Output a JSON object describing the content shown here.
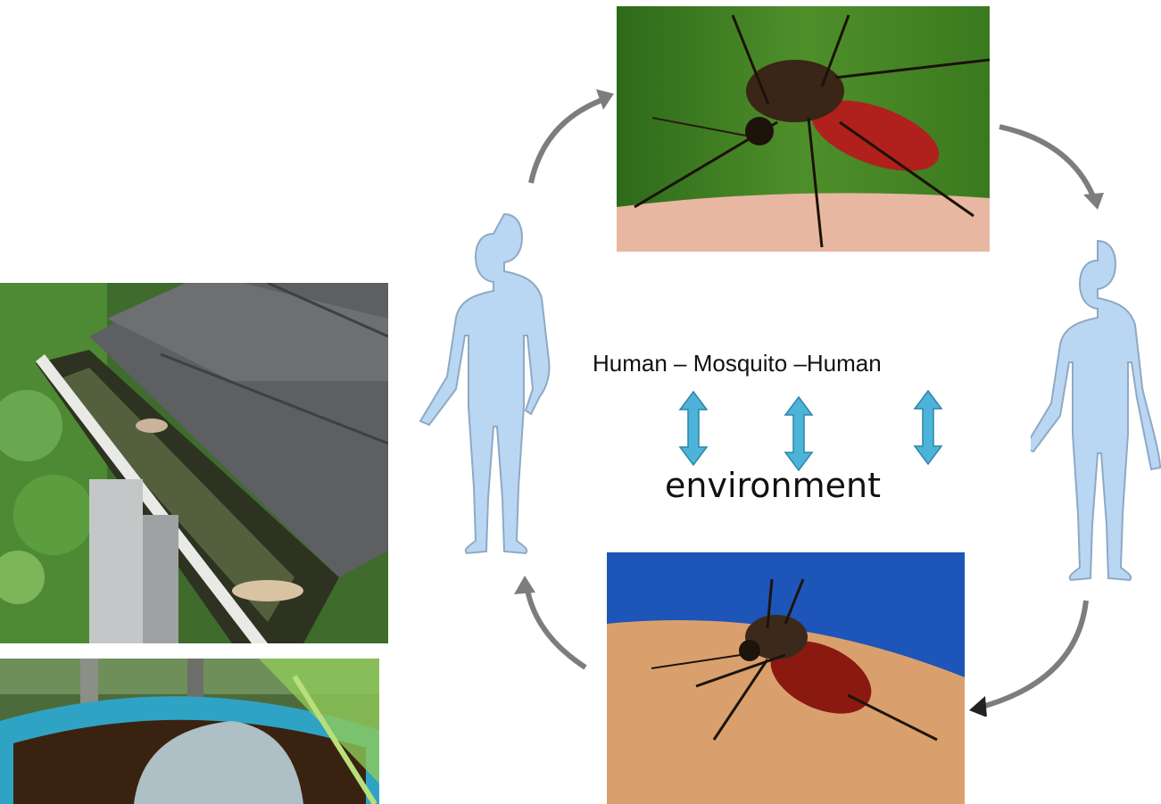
{
  "diagram": {
    "cycle_label": "Human – Mosquito –Human",
    "environment_label": "environment",
    "accent_color": "#4db3d9",
    "figure_color": "#b9d7f2"
  },
  "images": {
    "top_mosquito": "mosquito-on-skin-green-background",
    "bottom_mosquito": "mosquito-on-skin-blue-background",
    "gutter": "roof-gutter-standing-water",
    "container": "blue-container-with-coconut-water"
  }
}
